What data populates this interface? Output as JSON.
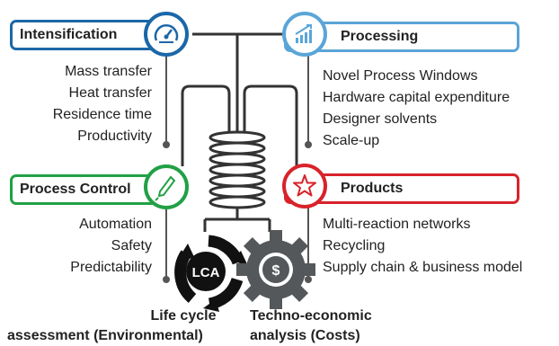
{
  "quadrants": {
    "intensification": {
      "title": "Intensification",
      "color": "#1b67a8",
      "icon": "speedometer-icon",
      "items": [
        "Mass transfer",
        "Heat transfer",
        "Residence time",
        "Productivity"
      ]
    },
    "processing": {
      "title": "Processing",
      "color": "#5aa5d8",
      "icon": "rising-bar-chart-icon",
      "items": [
        "Novel Process Windows",
        "Hardware capital expenditure",
        "Designer solvents",
        "Scale-up"
      ]
    },
    "process_control": {
      "title": "Process Control",
      "color": "#22a045",
      "icon": "thermometer-probe-icon",
      "items": [
        "Automation",
        "Safety",
        "Predictability"
      ]
    },
    "products": {
      "title": "Products",
      "color": "#d8232b",
      "icon": "star-icon",
      "items": [
        "Multi-reaction networks",
        "Recycling",
        "Supply chain & business model"
      ]
    }
  },
  "center": {
    "lca_badge": "LCA",
    "cost_badge": "$",
    "lca_caption": [
      "Life cycle",
      "assessment (Environmental)"
    ],
    "cost_caption": [
      "Techno-economic",
      "analysis (Costs)"
    ],
    "wire_color": "#333333",
    "gear_color": "#55585b"
  }
}
